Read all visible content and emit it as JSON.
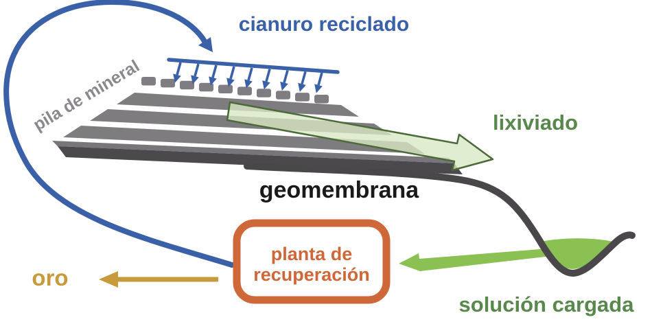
{
  "diagram": {
    "title_context": "heap-leach gold recovery process diagram (Spanish)",
    "labels": {
      "recycled_cyanide": "cianuro reciclado",
      "ore_pile": "pila de mineral",
      "leachate": "lixiviado",
      "geomembrane": "geomembrana",
      "recovery_plant_line1": "planta de",
      "recovery_plant_line2": "recuperación",
      "loaded_solution": "solución cargada",
      "gold": "oro"
    },
    "colors": {
      "blue_arrow_and_text": "#3A61A8",
      "green_text": "#58884B",
      "bright_green_solution": "#8BC152",
      "light_green_leachate_fill": "#D9E8C4",
      "leachate_outline": "#4A6B38",
      "orange_plant_box": "#CE6839",
      "gold_arrow_and_text": "#C79A3D",
      "ore_gray": "#7E7C7F",
      "ore_base_dark_gray": "#4B494C",
      "geomembrane_gray": "#4A474A",
      "geomembrane_text": "#1A1A1A",
      "background": "#FFFFFF"
    },
    "icons": {
      "recycle_loop": "large blue curved arrow from recovery plant back to top of heap",
      "drip_arrows": "nine small blue arrows dripping from sprinkler line onto heap",
      "leachate_arrow": "translucent light-green arrow through heap sloping down-right",
      "solution_arrow": "bright green arrow from pond to recovery plant",
      "gold_arrow": "gold arrow from recovery plant pointing left to oro"
    }
  }
}
